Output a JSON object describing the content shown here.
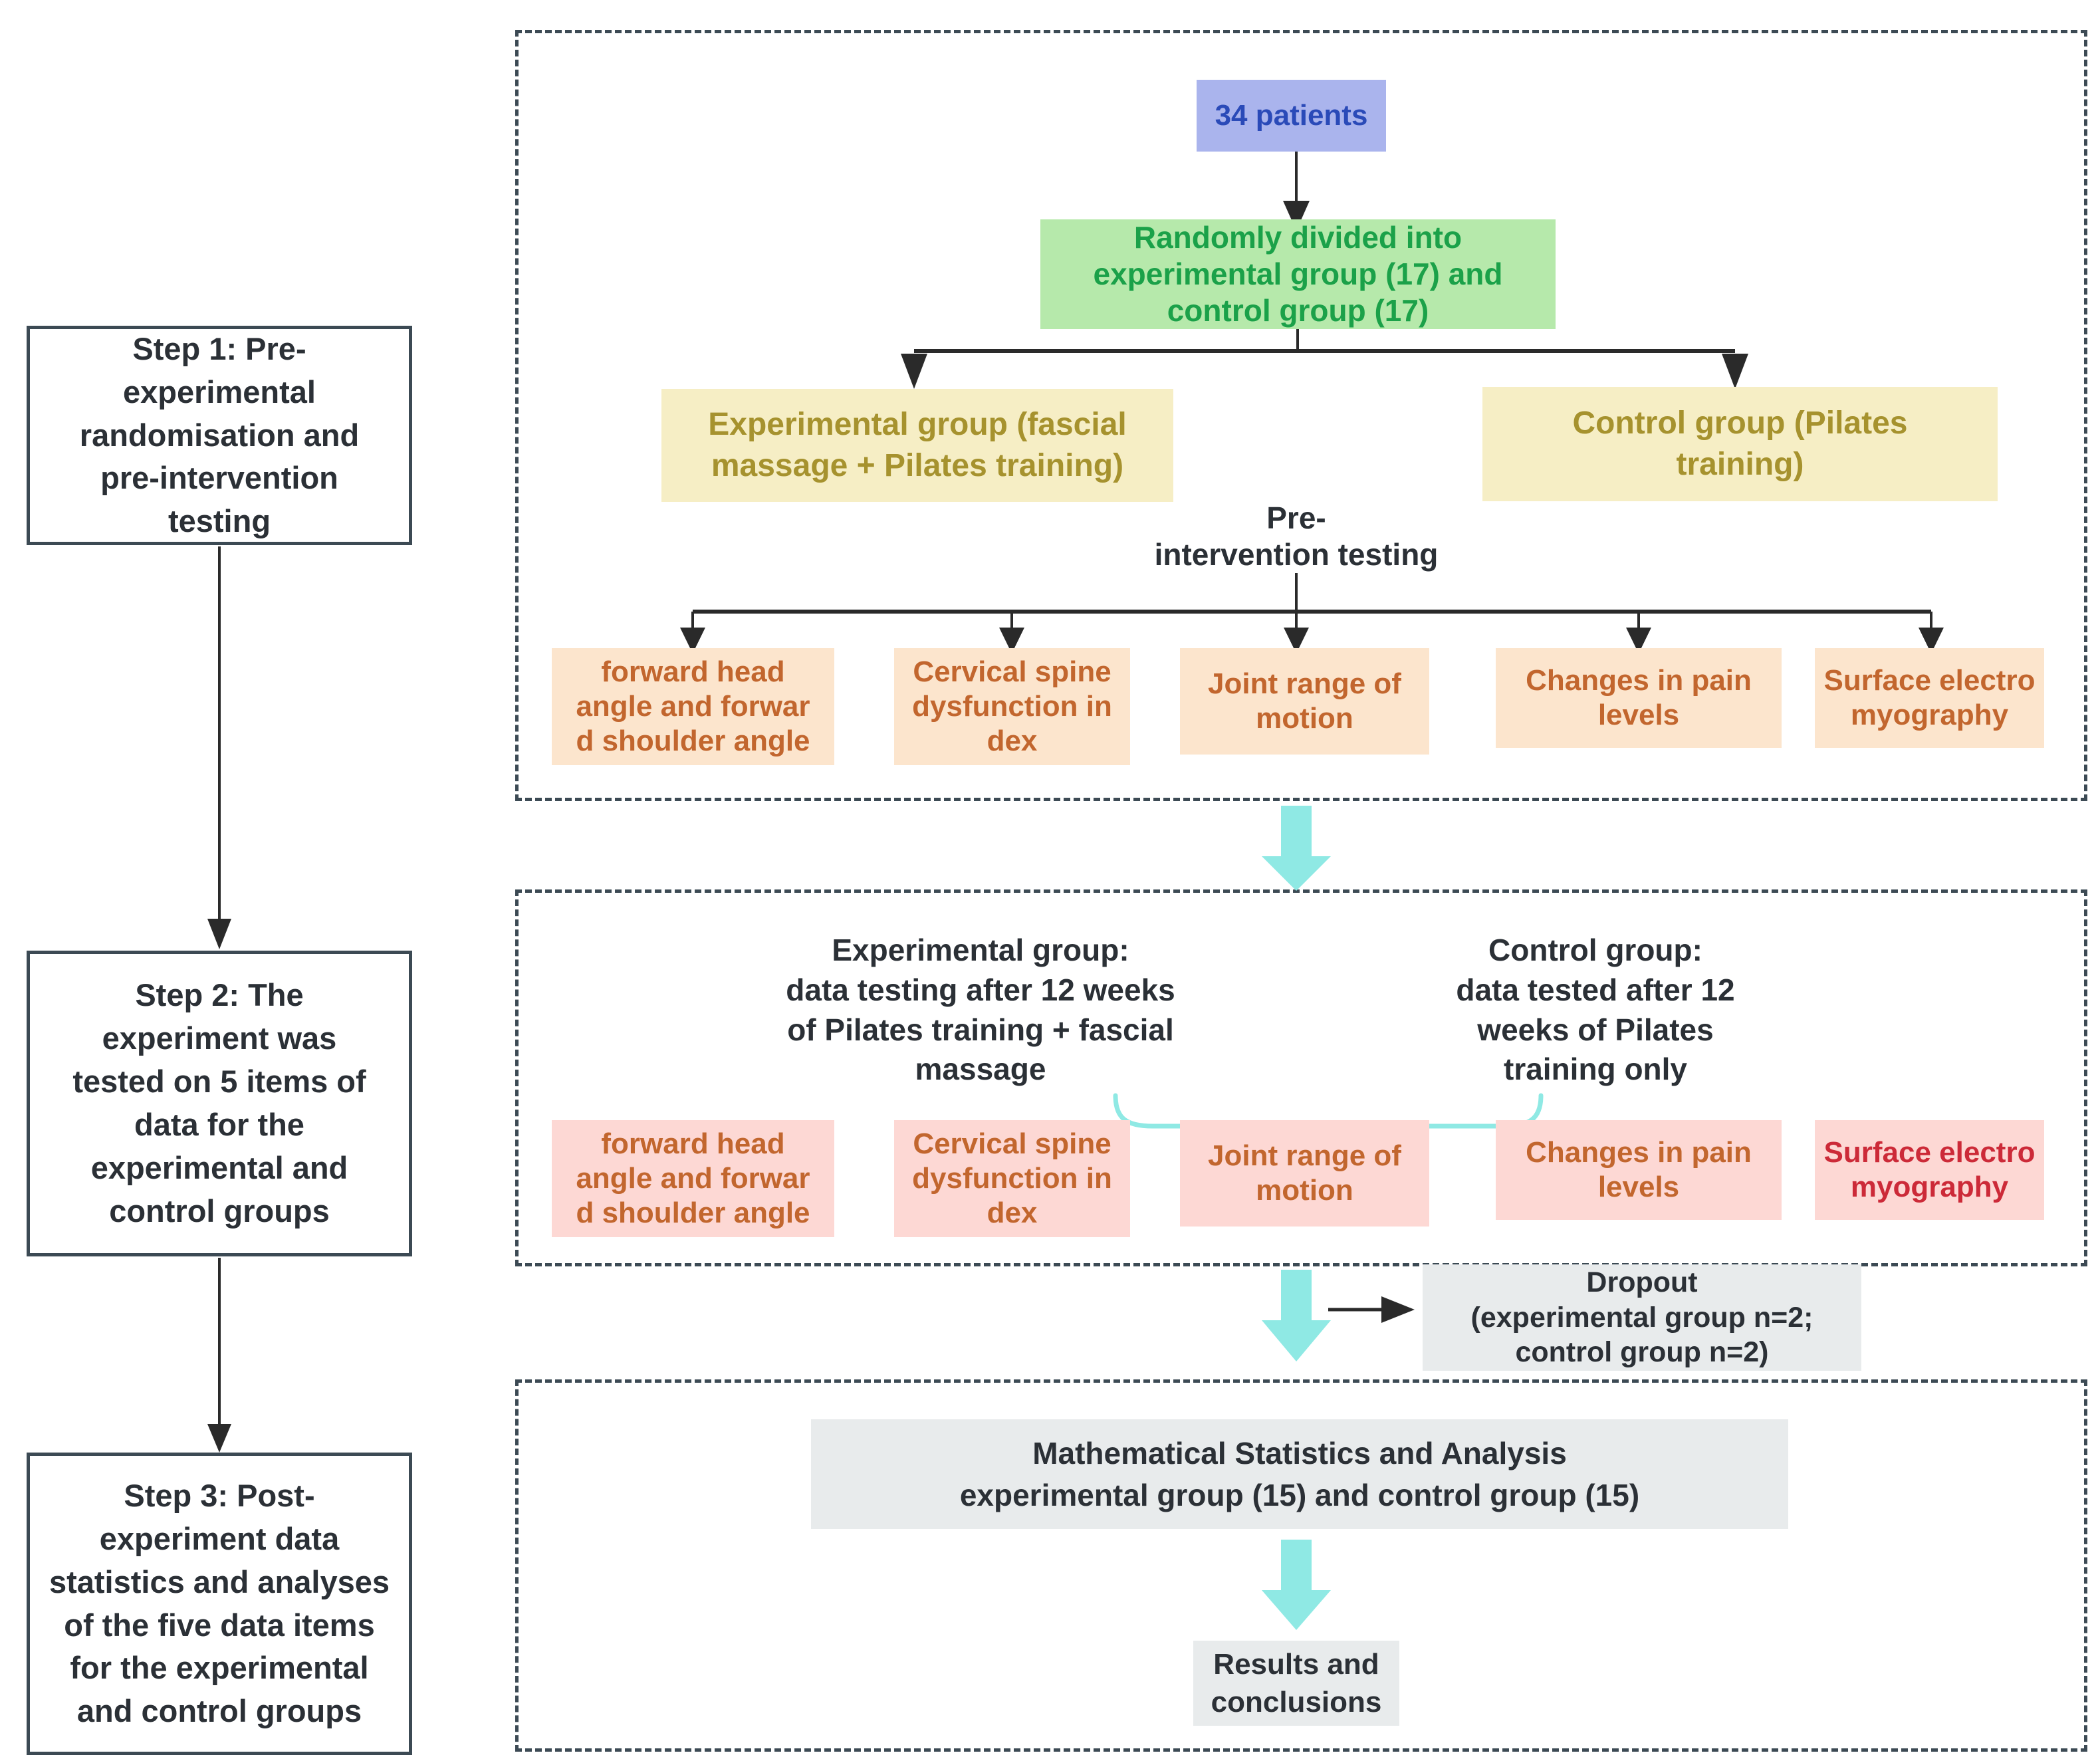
{
  "flow": {
    "left_steps": [
      {
        "label": "Step 1: Pre-\nexperimental\nrandomisation and\npre-intervention\ntesting"
      },
      {
        "label": "Step 2: The\nexperiment was\ntested on 5 items of\ndata for the\nexperimental and\ncontrol groups"
      },
      {
        "label": "Step 3: Post-\nexperiment data\nstatistics and analyses\nof the five data items\nfor the experimental\nand control groups"
      }
    ],
    "stage1": {
      "patients_label": "34 patients",
      "randomisation_label": "Randomly divided into\nexperimental group (17) and\ncontrol group (17)",
      "experimental_group_label": "Experimental group (fascial\nmassage + Pilates training)",
      "control_group_label": "Control group (Pilates\ntraining)",
      "pre_intervention_label": "Pre-\nintervention testing",
      "measures": [
        "forward head\nangle and forwar\nd shoulder angle",
        "Cervical spine\ndysfunction in\ndex",
        "Joint range of\nmotion",
        "Changes in pain\nlevels",
        "Surface electro\nmyography"
      ]
    },
    "stage2": {
      "experimental_note": "Experimental group:\ndata testing after 12 weeks\nof Pilates training + fascial\nmassage",
      "control_note": "Control group:\ndata tested after 12\nweeks of Pilates\ntraining only",
      "measures": [
        "forward head\nangle and forwar\nd shoulder angle",
        "Cervical spine\ndysfunction in\ndex",
        "Joint range of\nmotion",
        "Changes in pain\nlevels",
        "Surface electro\nmyography"
      ]
    },
    "dropout_label": "Dropout\n(experimental group n=2;\ncontrol group n=2)",
    "stage3": {
      "analysis_label": "Mathematical Statistics and Analysis\nexperimental group (15) and control group (15)",
      "results_label": "Results and\nconclusions"
    }
  },
  "colors": {
    "patients_bg": "#aab4ed",
    "patients_text": "#2a4ab8",
    "randomisation_bg": "#b6e9ab",
    "randomisation_text": "#1ba149",
    "group_bg": "#f6eec5",
    "group_text": "#a6922e",
    "measure1_bg": "#fce5cd",
    "measure1_text": "#c2662e",
    "measure2_bg": "#fdd8d4",
    "measure2_last_text": "#cc2a38",
    "gray_bg": "#e8ebec",
    "dark_text": "#2b3036",
    "cyan": "#8fe9e4",
    "dashed_border": "#3c4a54"
  }
}
